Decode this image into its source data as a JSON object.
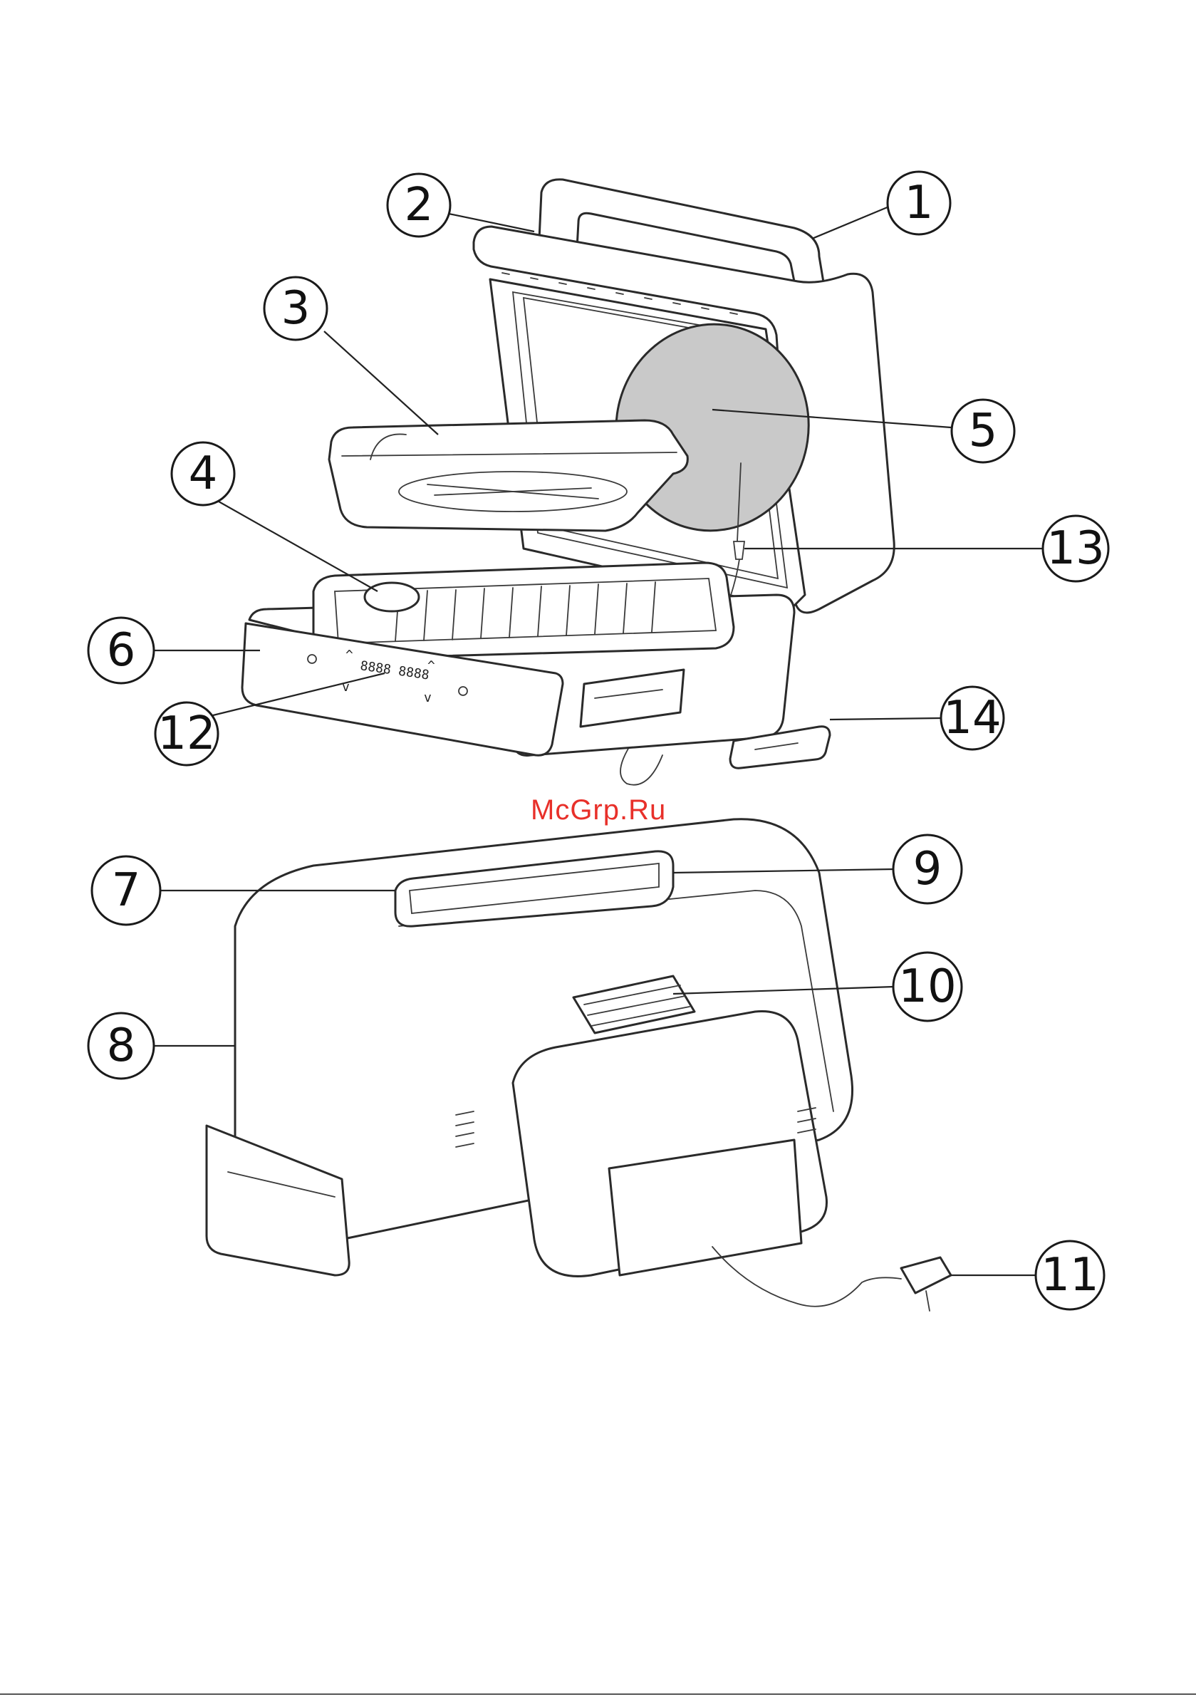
{
  "watermark": "McGrp.Ru",
  "callouts": [
    {
      "num": "1"
    },
    {
      "num": "2"
    },
    {
      "num": "3"
    },
    {
      "num": "4"
    },
    {
      "num": "5"
    },
    {
      "num": "6"
    },
    {
      "num": "7"
    },
    {
      "num": "8"
    },
    {
      "num": "9"
    },
    {
      "num": "10"
    },
    {
      "num": "11"
    },
    {
      "num": "12"
    },
    {
      "num": "13"
    },
    {
      "num": "14"
    }
  ],
  "colors": {
    "line": "#2a2a2a",
    "plate": "#c9c9c9",
    "watermark": "#e8302a"
  }
}
